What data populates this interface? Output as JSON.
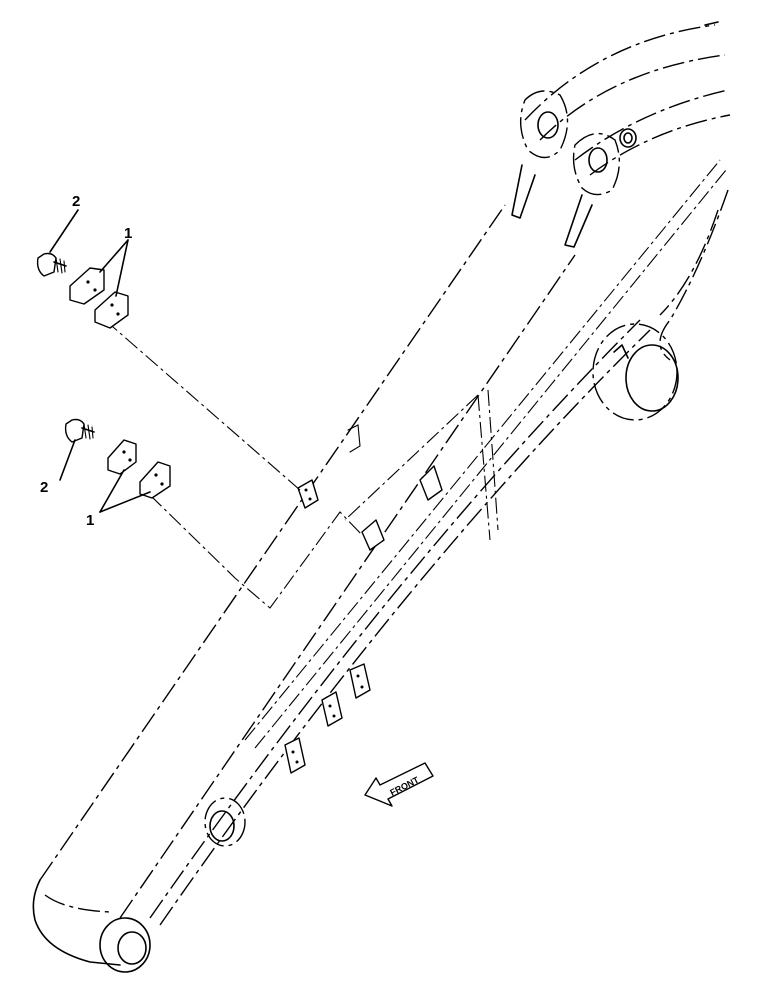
{
  "callouts": {
    "upper_bolt": "2",
    "upper_plates": "1",
    "lower_bolt": "2",
    "lower_plates": "1"
  },
  "front_arrow": {
    "label": "FRONT"
  }
}
